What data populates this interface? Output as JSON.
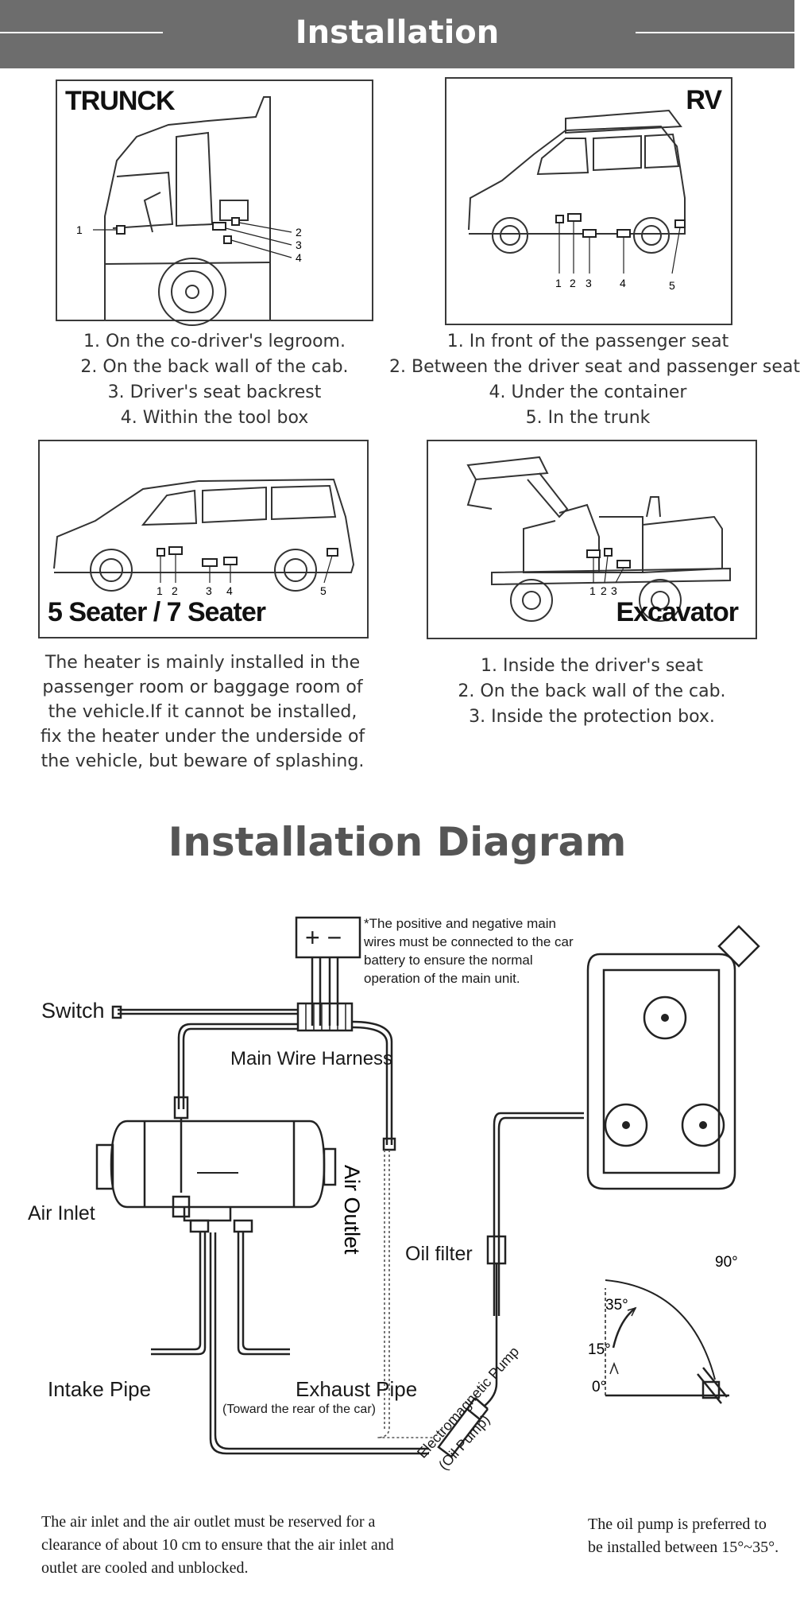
{
  "header": {
    "title": "Installation"
  },
  "panels": {
    "truck": {
      "label": "TRUNCK",
      "markers": [
        "1",
        "2",
        "3",
        "4"
      ],
      "captions": [
        "1. On the co-driver's legroom.",
        "2. On the back wall of the cab.",
        "3. Driver's seat backrest",
        "4. Within the tool box"
      ]
    },
    "rv": {
      "label": "RV",
      "markers": [
        "1",
        "2",
        "3",
        "4",
        "5"
      ],
      "captions": [
        "1. In front of the passenger seat",
        "2. Between the driver seat and passenger seat",
        "4. Under the container",
        "5. In the trunk"
      ]
    },
    "seater": {
      "label": "5 Seater / 7 Seater",
      "markers": [
        "1",
        "2",
        "3",
        "4",
        "5"
      ],
      "caption": "The heater is mainly installed in the passenger room or baggage room of the vehicle.If it cannot be installed, fix the heater under the underside of the vehicle, but beware of splashing."
    },
    "excavator": {
      "label": "Excavator",
      "markers": [
        "1",
        "2",
        "3"
      ],
      "captions": [
        "1. Inside the driver's seat",
        "2. On the back wall of the cab.",
        "3. Inside the protection box."
      ]
    }
  },
  "diagram": {
    "title": "Installation Diagram",
    "battery_note": "*The positive and negative main wires must be connected to the car battery to ensure the normal operation of the main unit.",
    "battery_symbols": "+ −",
    "labels": {
      "switch": "Switch",
      "main_wire_harness": "Main Wire Harness",
      "air_inlet": "Air Inlet",
      "air_outlet": "Air Outlet",
      "oil_filter": "Oil filter",
      "intake_pipe": "Intake Pipe",
      "exhaust_pipe": "Exhaust Pipe",
      "exhaust_note": "(Toward the rear of the car)",
      "pump_line1": "Electromagnetic Pump",
      "pump_line2": "(Oil Pump)"
    },
    "angles": [
      "90°",
      "35°",
      "15°",
      "0°"
    ],
    "clearance_note": "The air inlet and the air outlet must be reserved for a clearance of about 10 cm to ensure that the air inlet and outlet are cooled and unblocked.",
    "pump_note": "The oil pump is preferred to be installed between 15°~35°."
  }
}
